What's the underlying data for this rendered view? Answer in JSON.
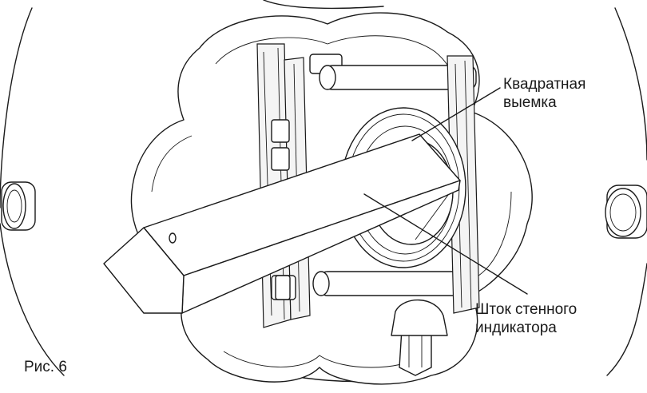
{
  "labels": {
    "notch_line1": "Квадратная",
    "notch_line2": "выемка",
    "rod_line1": "Шток стенного",
    "rod_line2": "индикатора"
  },
  "caption": "Рис. 6",
  "colors": {
    "line": "#1a1a1a",
    "background": "#ffffff"
  }
}
